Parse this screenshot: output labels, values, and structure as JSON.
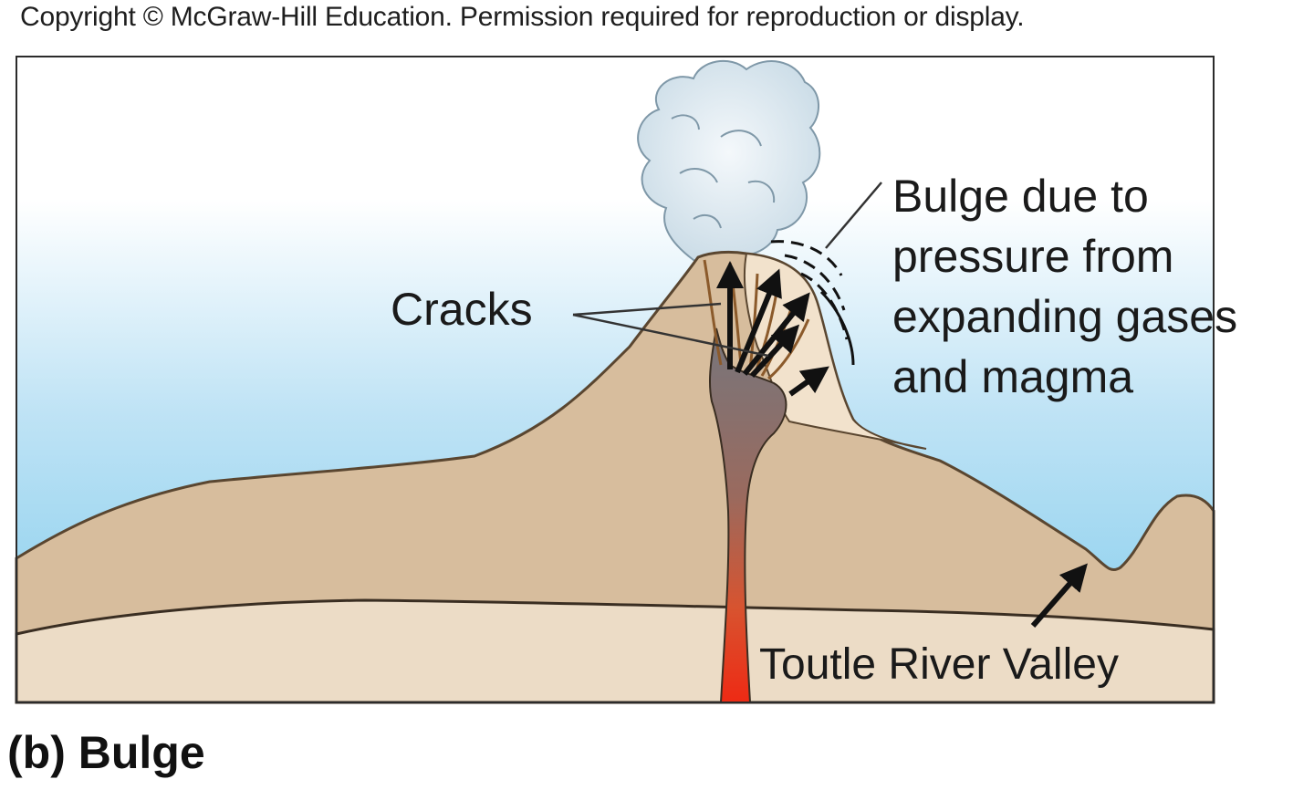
{
  "copyright": "Copyright © McGraw-Hill Education. Permission required for reproduction or display.",
  "labels": {
    "cracks": "Cracks",
    "bulge_line1": "Bulge due to",
    "bulge_line2": "pressure from",
    "bulge_line3": "expanding gases",
    "bulge_line4": "and magma",
    "valley": "Toutle River Valley"
  },
  "caption": "(b) Bulge",
  "colors": {
    "sky_top": "#ffffff",
    "sky_bottom": "#7fcbec",
    "mountain": "#d7bd9d",
    "mountain_outline": "#5a4630",
    "ground_layer": "#ecdcc6",
    "bulge_zone": "#f2e2cc",
    "magma_top": "#7c7c80",
    "magma_bottom": "#e8341c",
    "ash_cloud": "#dbe9f1"
  }
}
